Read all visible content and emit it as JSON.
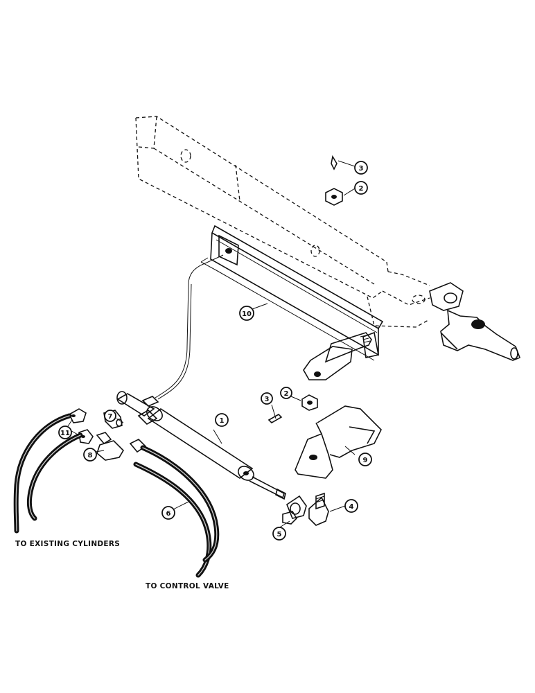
{
  "labels": {
    "to_existing_cylinders": "TO EXISTING CYLINDERS",
    "to_control_valve": "TO CONTROL VALVE"
  },
  "callouts": {
    "c1": "1",
    "c2a": "2",
    "c2b": "2",
    "c3a": "3",
    "c3b": "3",
    "c4": "4",
    "c5": "5",
    "c6": "6",
    "c7": "7",
    "c8": "8",
    "c9": "9",
    "c10": "10",
    "c11": "11"
  }
}
